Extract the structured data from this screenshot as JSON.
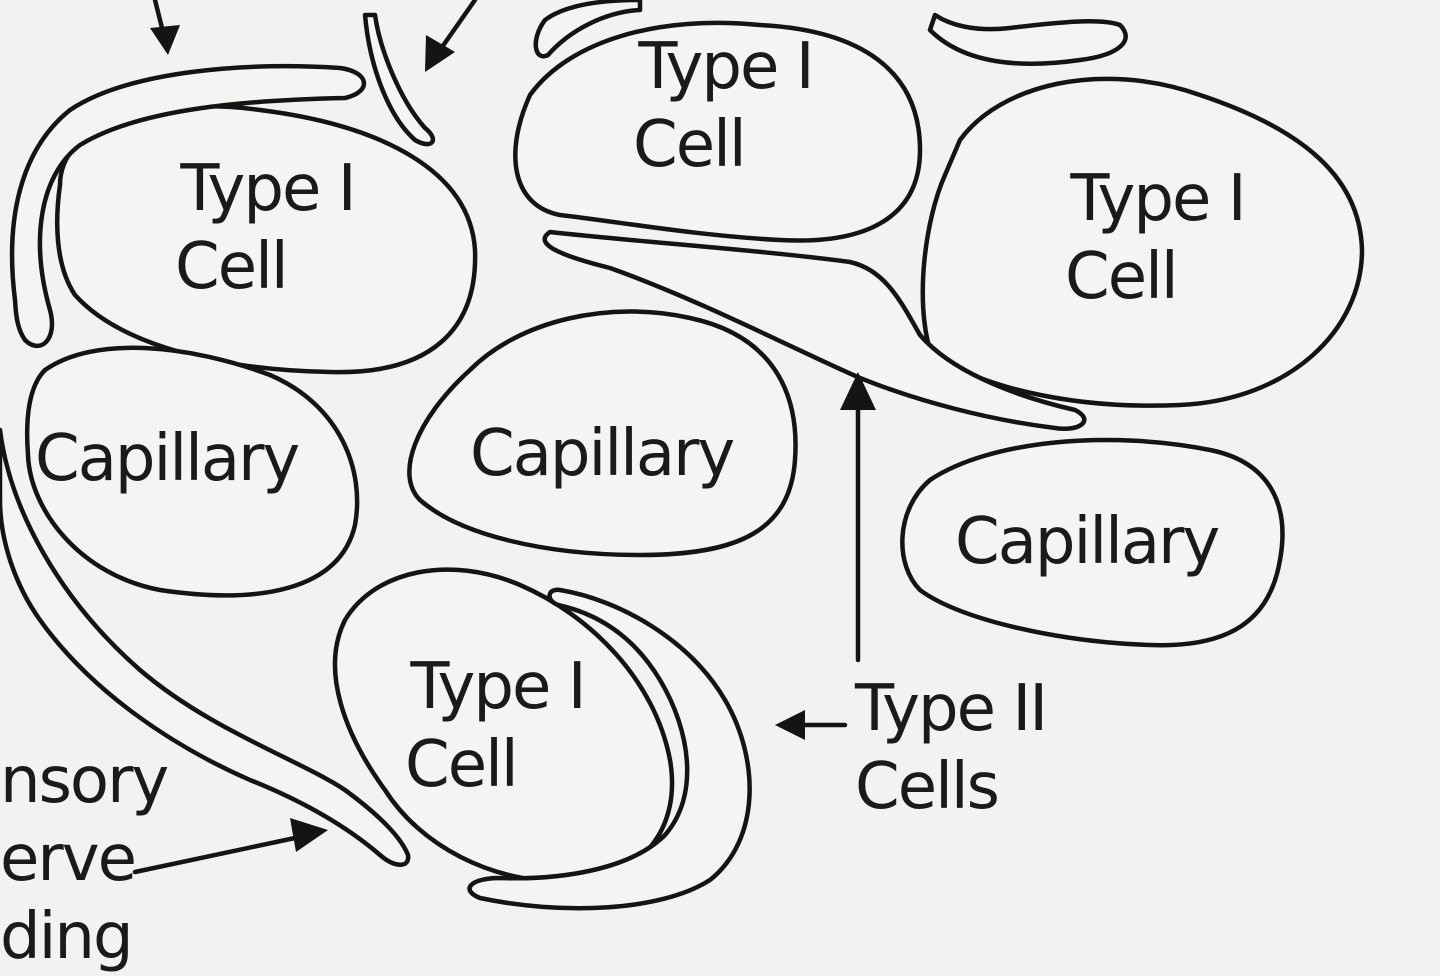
{
  "labels": {
    "type1_cell_line1": "Type I",
    "type1_cell_line2": "Cell",
    "capillary": "Capillary",
    "type2_line1": "Type II",
    "type2_line2": "Cells",
    "sensory_line1": "nsory",
    "sensory_line2": "erve",
    "sensory_line3": "ding"
  },
  "colors": {
    "ink": "#141414",
    "paper": "#f2f2f0"
  }
}
